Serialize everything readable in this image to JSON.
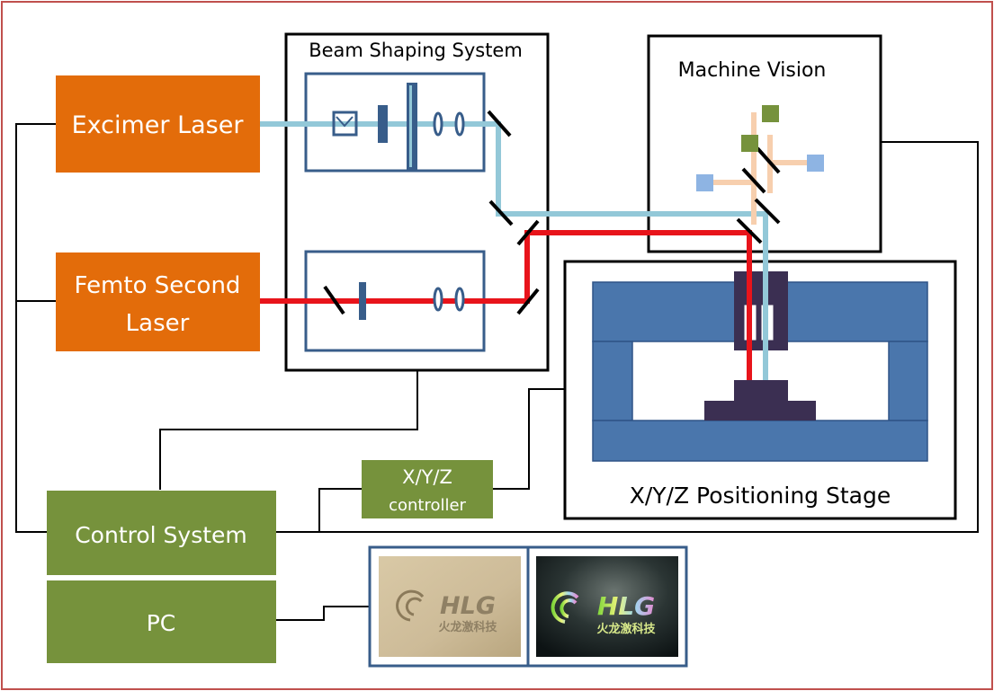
{
  "colors": {
    "frame": "#c0504d",
    "laser_orange": "#e36c0a",
    "green": "#76923c",
    "stage_blue": "#4a76ac",
    "optic_blue": "#385d8a",
    "beam_uv": "#93c8d8",
    "beam_fs": "#e8141b",
    "vision_beam": "#f7cfae",
    "cam_green": "#76923c",
    "cam_blue": "#8eb4e3",
    "dark_purple": "#3b2f52",
    "line": "#000000"
  },
  "labels": {
    "excimer_laser": "Excimer Laser",
    "femto_line1": "Femto Second",
    "femto_line2": "Laser",
    "beam_shaping": "Beam Shaping System",
    "machine_vision": "Machine Vision",
    "positioning_stage": "X/Y/Z Positioning Stage",
    "xyz_line1": "X/Y/Z",
    "xyz_line2": "controller",
    "control_system": "Control System",
    "pc": "PC"
  },
  "samples": [
    {
      "brand": "HLG",
      "subtitle": "火龙激科技",
      "style": "dim"
    },
    {
      "brand": "HLG",
      "subtitle": "火龙激科技",
      "style": "colorful"
    }
  ],
  "icons": {
    "mirror": "diagonal-mirror-icon",
    "lens": "lens-icon",
    "camera": "camera-square-icon",
    "attenuator": "attenuator-icon"
  }
}
